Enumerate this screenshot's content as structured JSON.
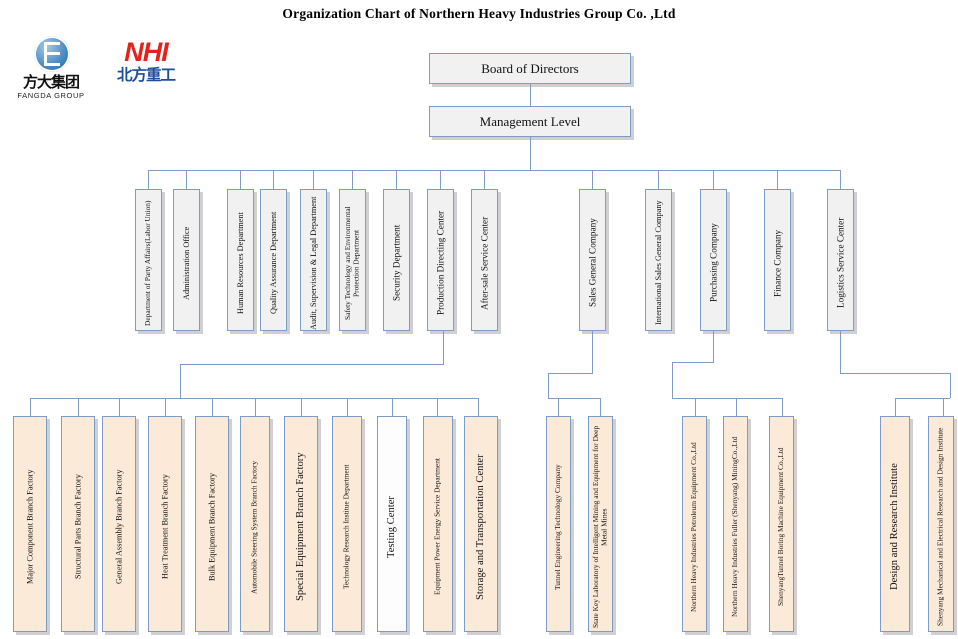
{
  "chart": {
    "title": "Organization Chart of Northern Heavy Industries  Group Co. ,Ltd",
    "type": "org-chart",
    "colors": {
      "box_border": "#7f9dc4",
      "box_fill_level1": "#f1f1f1",
      "box_fill_level3": "#fcead9",
      "connector": "#7f9dc4",
      "nhi_red": "#e2231a",
      "nhi_blue": "#1b4f9c"
    }
  },
  "logos": {
    "fangda": {
      "cn": "方大集团",
      "en": "FANGDA GROUP",
      "mark": "f-circle-icon"
    },
    "nhi": {
      "en": "NHI",
      "cn": "北方重工"
    }
  },
  "top": {
    "board": "Board of Directors",
    "management": "Management Level"
  },
  "departments_left": [
    {
      "label": "Department of Party Affairs(Labor Union)"
    },
    {
      "label": "Administration Office"
    },
    {
      "label": "Human Resources Department"
    },
    {
      "label": "Quality Assurance Department"
    },
    {
      "label": "Audit, Supervision & Legal Department"
    },
    {
      "label": "Safety Technology and Environmental Protection Department"
    },
    {
      "label": "Security Department"
    },
    {
      "label": "Production Directing Center"
    },
    {
      "label": "After-sale Service Center"
    }
  ],
  "departments_right": [
    {
      "label": "Sales General Company"
    },
    {
      "label": "International Sales General Company"
    },
    {
      "label": "Purchasing Company"
    },
    {
      "label": "Finance Company"
    },
    {
      "label": "Logistics Service Center"
    }
  ],
  "production_units": [
    {
      "label": "Major Component Branch Factory"
    },
    {
      "label": "Structural Parts Branch Factory"
    },
    {
      "label": "General Assembly Branch Factory"
    },
    {
      "label": "Heat Treatment Branch Factory"
    },
    {
      "label": "Bulk Equipment Branch Factory"
    },
    {
      "label": "Automobile Steering System Branch Factory"
    },
    {
      "label": "Special Equipment Branch Factory"
    },
    {
      "label": "Technology Research Institue Department"
    },
    {
      "label": "Testing Center"
    },
    {
      "label": "Equipment Power Energy Service Department"
    },
    {
      "label": "Storage and Transportation Center"
    }
  ],
  "sales_subsidiaries": [
    {
      "label": "Tunnel Engineering Technology Company"
    },
    {
      "label": "State Key Laboratory of Intelligent Mining and Equipment for Deep Metal Mines"
    }
  ],
  "purchasing_subsidiaries": [
    {
      "label": "Northern Heavy Industries Petroleum Equipment Co.,Ltd"
    },
    {
      "label": "Northern Heavy Industries Fuller (Shenyang) MiningCo.,Ltd"
    },
    {
      "label": "ShenyangTunnel Boring Machine Equipment Co.,Ltd"
    }
  ],
  "research_units": [
    {
      "label": "Design and Research Institute"
    },
    {
      "label": "Shenyang Mechanical and Electrical Research and Design Institute"
    }
  ]
}
